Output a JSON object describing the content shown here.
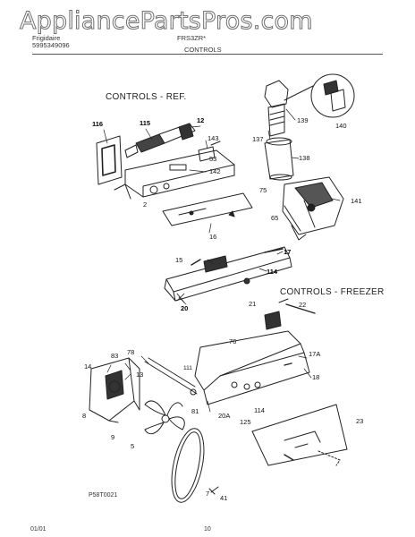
{
  "watermark": "AppliancePartsPros.com",
  "header": {
    "brand": "Frigidaire",
    "doc_number": "5995349096",
    "model": "FRS3ZR*",
    "section": "CONTROLS"
  },
  "sections": {
    "ref": "CONTROLS - REF.",
    "freezer": "CONTROLS - FREEZER"
  },
  "callouts": [
    "116",
    "115",
    "12",
    "143",
    "53",
    "142",
    "2",
    "139",
    "140",
    "137",
    "138",
    "75",
    "141",
    "65",
    "16",
    "17",
    "15",
    "114",
    "20",
    "21",
    "22",
    "76",
    "78",
    "83",
    "14",
    "13",
    "111",
    "17A",
    "18",
    "8",
    "81",
    "20A",
    "114",
    "125",
    "9",
    "5",
    "23",
    "7",
    "41"
  ],
  "footer": {
    "figure_id": "P58T0021",
    "date": "01/01",
    "page": "10"
  }
}
